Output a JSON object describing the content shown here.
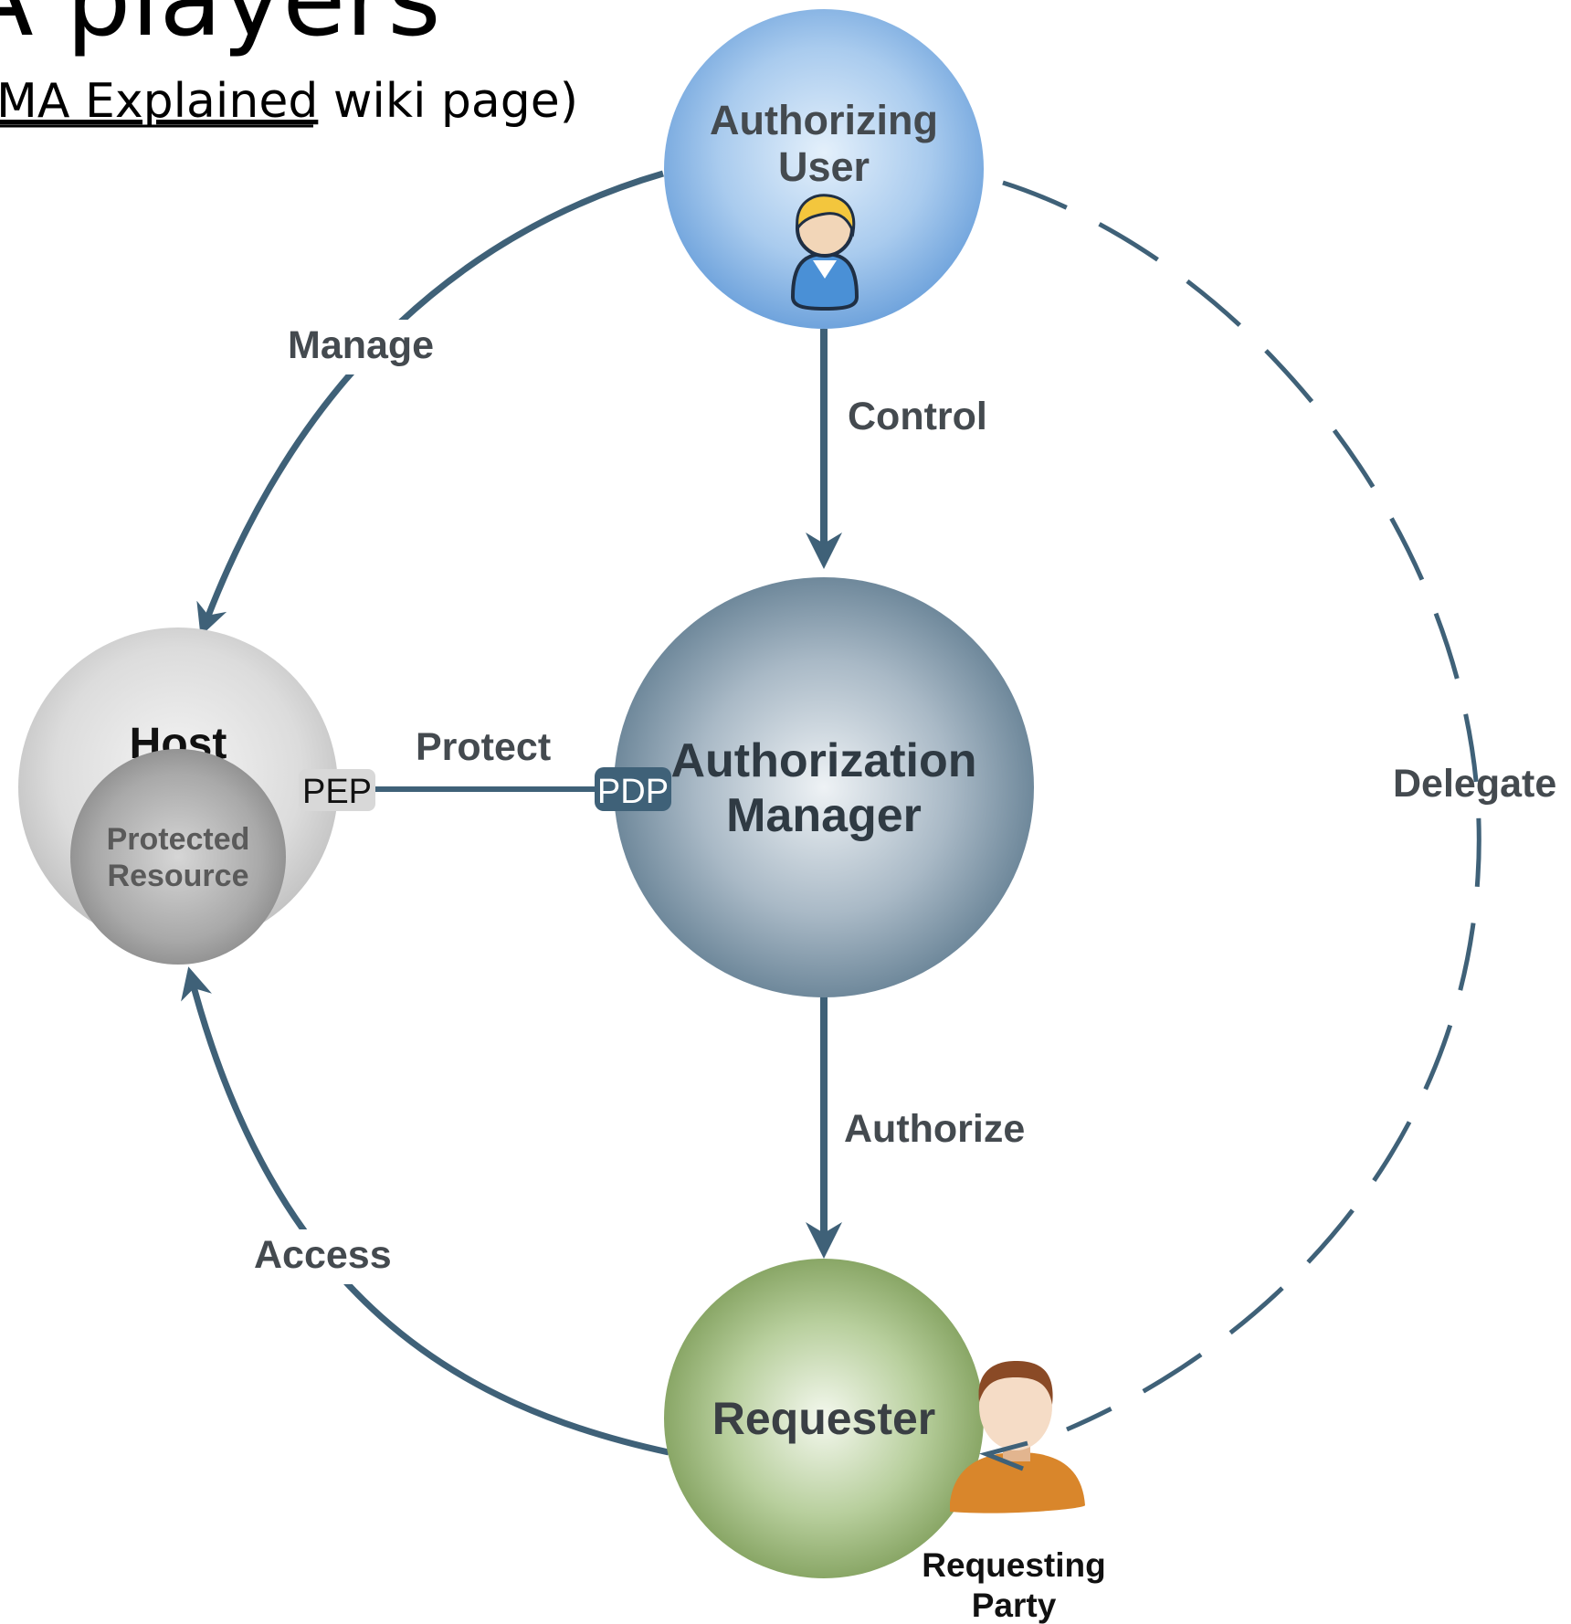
{
  "slide": {
    "title_fragment": "A players",
    "subtitle_link": "MA Explained",
    "subtitle_rest": " wiki page)"
  },
  "nodes": {
    "authorizing_user": {
      "line1": "Authorizing",
      "line2": "User"
    },
    "authorization_manager": {
      "line1": "Authorization",
      "line2": "Manager"
    },
    "host": {
      "title": "Host",
      "inner_line1": "Protected",
      "inner_line2": "Resource"
    },
    "requester": {
      "title": "Requester"
    },
    "requesting_party": {
      "line1": "Requesting",
      "line2": "Party"
    }
  },
  "ports": {
    "pep": "PEP",
    "pdp": "PDP"
  },
  "edges": {
    "manage": "Manage",
    "control": "Control",
    "protect": "Protect",
    "authorize": "Authorize",
    "access": "Access",
    "delegate": "Delegate"
  },
  "colors": {
    "arrow": "#3f6178",
    "user_circle": "#7fb0e0",
    "manager_circle": "#6e8799",
    "host_circle": "#cfcfcf",
    "requester_circle": "#87a565"
  },
  "icons": {
    "user": "user-person-icon",
    "party": "requesting-party-person-icon"
  }
}
